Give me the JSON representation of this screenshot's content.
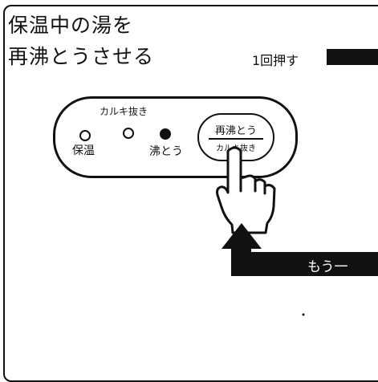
{
  "title": {
    "line1": "保温中の湯を",
    "line2": "再沸とうさせる"
  },
  "press_once": "1回押す",
  "panel": {
    "label_keep_warm": "保温",
    "label_dechlorinate": "カルキ抜き",
    "label_boil": "沸とう",
    "button_top": "再沸とう",
    "button_bottom": "カルキ抜き"
  },
  "banner_text": "もう一",
  "lamps": {
    "keep_warm_lit": false,
    "dechlorinate_lit": false,
    "boil_lit": true
  }
}
